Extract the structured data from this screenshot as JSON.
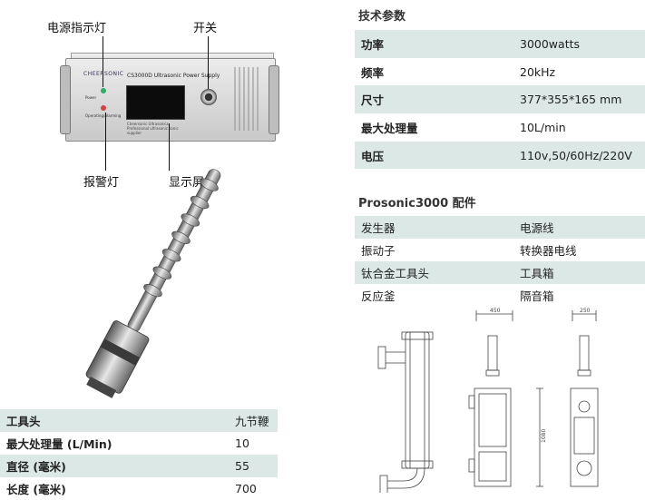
{
  "device": {
    "brand": "CHEERSONIC",
    "panel_title": "CS3000D Ultrasonic Power Supply",
    "led_caption_power": "Power",
    "led_caption_alarm": "Operating/Alarming",
    "screen_caption": "Cheersonic Ultrasonics Professional ultrasonic sonic supplier",
    "callouts": {
      "power_led": "电源指示灯",
      "switch": "开关",
      "alarm_led": "报警灯",
      "display": "显示屏"
    }
  },
  "horn_table": {
    "header": [
      "工具头",
      "九节鞭"
    ],
    "rows": [
      [
        "最大处理量 (L/Min)",
        "10"
      ],
      [
        "直径 (毫米)",
        "55"
      ],
      [
        "长度 (毫米)",
        "700"
      ]
    ]
  },
  "specs": {
    "title": "技术参数",
    "rows": [
      [
        "功率",
        "3000watts"
      ],
      [
        "频率",
        "20kHz"
      ],
      [
        "尺寸",
        "377*355*165 mm"
      ],
      [
        "最大处理量",
        "10L/min"
      ],
      [
        "电压",
        "110v,50/60Hz/220V"
      ]
    ]
  },
  "accessories": {
    "title": "Prosonic3000 配件",
    "rows": [
      [
        "发生器",
        "电源线"
      ],
      [
        "振动子",
        "转换器电线"
      ],
      [
        "钛合金工具头",
        "工具箱"
      ],
      [
        "反应釜",
        "隔音箱"
      ]
    ]
  },
  "drawing": {
    "dim_width_front": "450",
    "dim_width_side": "250",
    "dim_height": "1080"
  }
}
